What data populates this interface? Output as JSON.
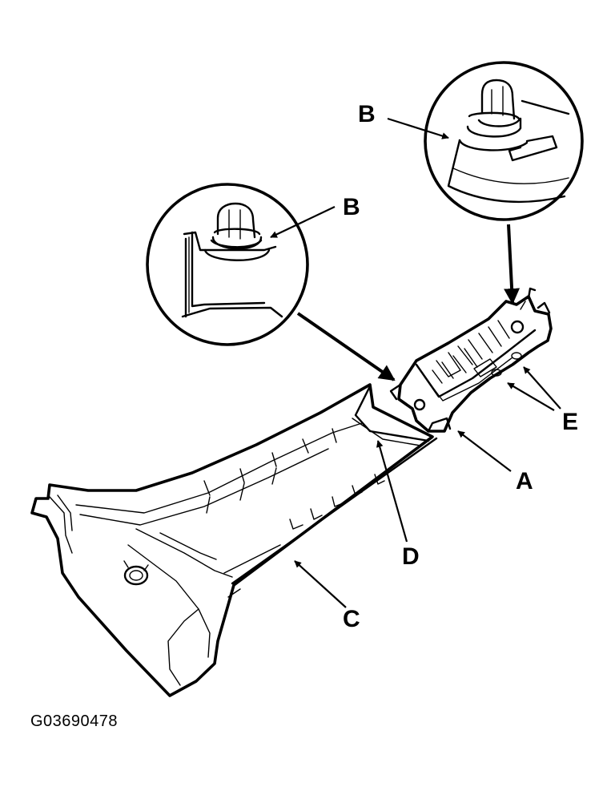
{
  "callouts": {
    "a": "A",
    "b_top": "B",
    "b_left": "B",
    "c": "C",
    "d": "D",
    "e": "E"
  },
  "figure_code": "G03690478",
  "colors": {
    "ink": "#000000",
    "paper": "#ffffff"
  }
}
